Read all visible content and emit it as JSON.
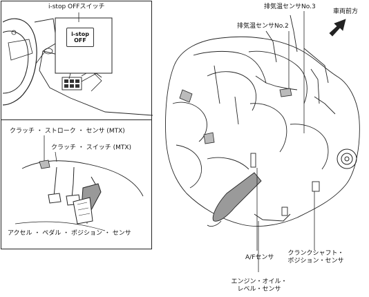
{
  "labels": {
    "istop_switch": "i-stop OFFスイッチ",
    "istop_button_line1": "i-stop",
    "istop_button_line2": "OFF",
    "clutch_stroke_sensor": "クラッチ ・ ストローク ・ センサ (MTX)",
    "clutch_switch": "クラッチ ・ スイッチ (MTX)",
    "accel_pedal_sensor": "アクセル ・ ペダル ・ ポジション ・ センサ",
    "exhaust_temp_3": "排気温センサNo.3",
    "exhaust_temp_2": "排気温センサNo.2",
    "vehicle_front": "車両前方",
    "af_sensor": "A/Fセンサ",
    "crank_sensor_line1": "クランクシャフト・",
    "crank_sensor_line2": "ポジション・センサ",
    "oil_level_line1": "エンジン・オイル・",
    "oil_level_line2": "レベル・センサ"
  },
  "colors": {
    "line": "#222222",
    "shade": "#9a9a9a",
    "background": "#ffffff"
  },
  "icons": {
    "front_arrow": "vehicle-front-arrow-icon"
  }
}
